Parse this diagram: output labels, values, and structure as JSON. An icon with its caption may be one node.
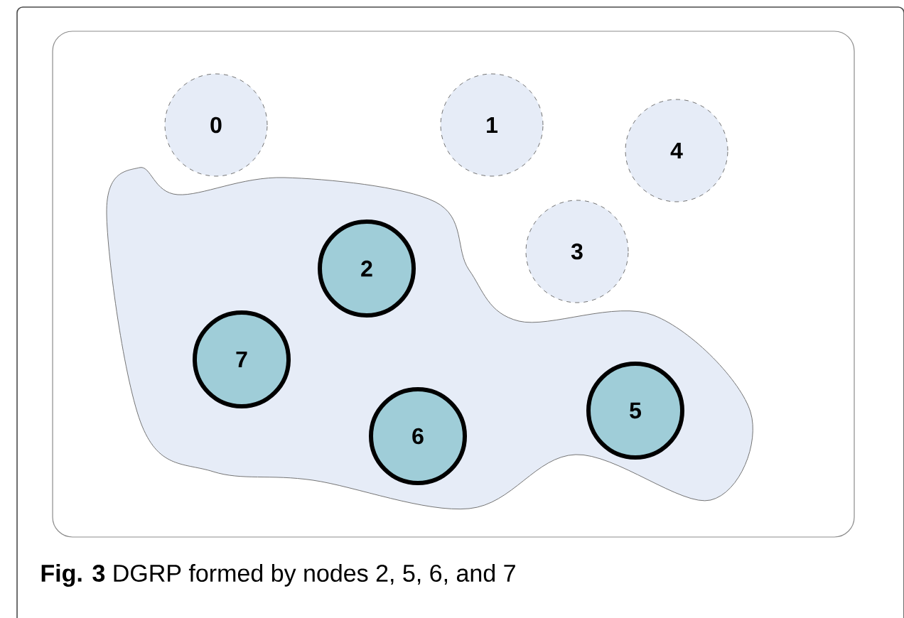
{
  "diagram": {
    "caption": "**Fig. 3** DGRP formed by nodes 2, 5, 6, and 7",
    "nodes": [
      {
        "text": [],
        "shape": "box"
      },
      {
        "text": [
          "0"
        ],
        "in": 0
      },
      {
        "text": [
          "1"
        ],
        "in": 0
      },
      {
        "text": [
          "4"
        ],
        "in": 0
      },
      {
        "text": [
          "3"
        ],
        "in": 0
      },
      {
        "text": [],
        "shape": "cloud",
        "in": 0
      },
      {
        "text": [
          "2"
        ],
        "in": 5
      },
      {
        "text": [
          "7"
        ],
        "in": 5
      },
      {
        "text": [
          "6"
        ],
        "in": 5
      },
      {
        "text": [
          "5"
        ],
        "in": 5
      }
    ]
  }
}
